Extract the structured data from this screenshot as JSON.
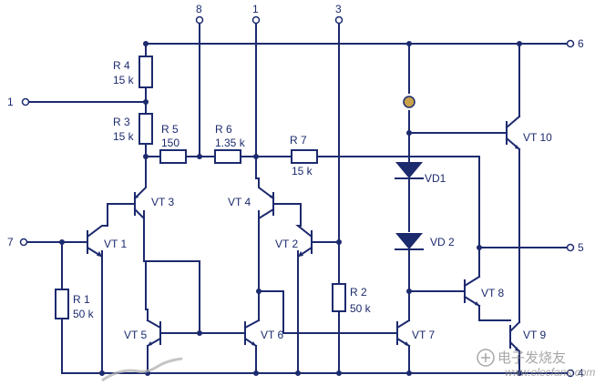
{
  "pins": {
    "p1_top": "1",
    "p1_left": "1",
    "p3": "3",
    "p4": "4",
    "p5": "5",
    "p6": "6",
    "p7": "7",
    "p8": "8"
  },
  "resistors": {
    "r1": {
      "name": "R 1",
      "value": "50 k"
    },
    "r2": {
      "name": "R 2",
      "value": "50 k"
    },
    "r3": {
      "name": "R 3",
      "value": "15 k"
    },
    "r4": {
      "name": "R 4",
      "value": "15 k"
    },
    "r5": {
      "name": "R 5",
      "value": "150"
    },
    "r6": {
      "name": "R 6",
      "value": "1.35 k"
    },
    "r7": {
      "name": "R 7",
      "value": "15 k"
    }
  },
  "transistors": {
    "vt1": "VT 1",
    "vt2": "VT 2",
    "vt3": "VT 3",
    "vt4": "VT 4",
    "vt5": "VT 5",
    "vt6": "VT 6",
    "vt7": "VT 7",
    "vt8": "VT 8",
    "vt9": "VT 9",
    "vt10": "VT 10"
  },
  "diodes": {
    "vd1": "VD1",
    "vd2": "VD 2"
  },
  "watermark": {
    "brand": "电子发烧友",
    "url": "www.elecfans.com"
  },
  "colors": {
    "line": "#1c2a6e",
    "node": "#c9a24a",
    "watermark": "#8a8a8a"
  }
}
